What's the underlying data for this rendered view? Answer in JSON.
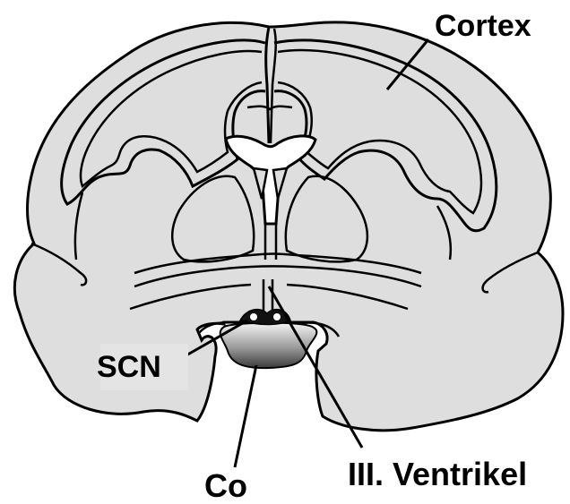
{
  "labels": {
    "cortex": "Cortex",
    "scn": "SCN",
    "co": "Co",
    "ventricle": "III. Ventrikel"
  },
  "colors": {
    "tissue": "#dedede",
    "outline": "#000000",
    "ventricle_fill": "#ffffff",
    "scn_fill": "#111111",
    "co_gradient_top": "#f0f0f0",
    "co_gradient_bottom": "#3a3a3a",
    "scn_label_bg": "#e4e4e4"
  }
}
